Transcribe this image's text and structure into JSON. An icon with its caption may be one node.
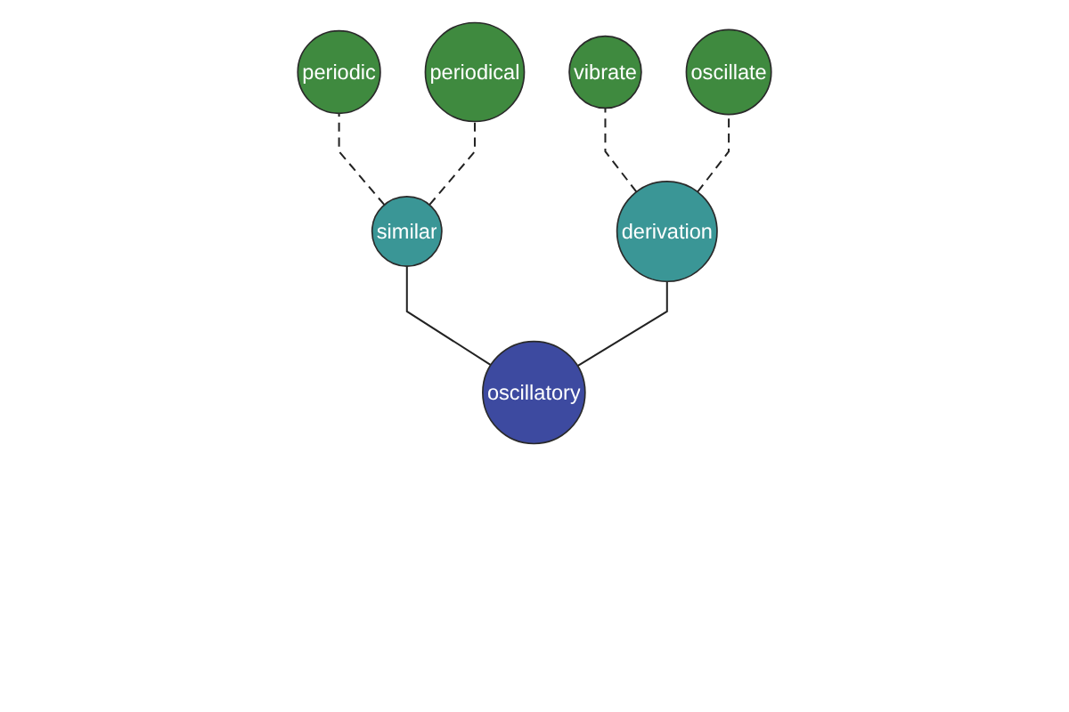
{
  "diagram": {
    "nodes": [
      {
        "text": [
          "periodical"
        ]
      },
      {
        "text": [
          "vibrate"
        ]
      },
      {
        "text": [
          "oscillate"
        ]
      },
      {
        "text": [
          "periodic"
        ]
      },
      {
        "text": [
          "similar"
        ]
      },
      {
        "text": [
          "derivation"
        ]
      },
      {
        "text": [
          "oscillatory"
        ]
      }
    ],
    "edges": [
      {
        "from": 6,
        "to": 4,
        "arrow": "none"
      },
      {
        "from": 6,
        "to": 5,
        "arrow": "none"
      },
      {
        "from": 4,
        "to": 3,
        "arrow": "none",
        "style": "dashed"
      },
      {
        "from": 4,
        "to": 0,
        "arrow": "none",
        "style": "dashed"
      },
      {
        "from": 5,
        "to": 1,
        "arrow": "none",
        "style": "dashed"
      },
      {
        "from": 5,
        "to": 2,
        "arrow": "none",
        "style": "dashed"
      }
    ]
  }
}
